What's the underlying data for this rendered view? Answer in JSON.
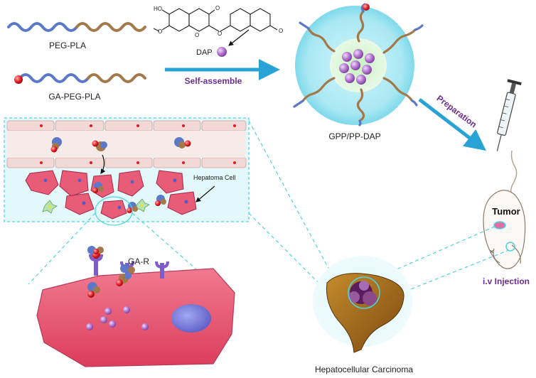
{
  "labels": {
    "peg_pla": "PEG-PLA",
    "ga_peg_pla": "GA-PEG-PLA",
    "dap": "DAP",
    "self_assemble": "Self-assemble",
    "gpp_pp_dap": "GPP/PP-DAP",
    "preparation": "Preparation",
    "tumor": "Tumor",
    "iv_injection": "i.v Injection",
    "hepatoma_cell": "Hepatoma Cell",
    "ga_r": "GA-R",
    "hcc": "Hepatocellular Carcinoma",
    "chem_ho": "HO",
    "chem_o1": "O",
    "chem_o2": "O",
    "chem_o3": "O",
    "chem_o4": "O",
    "chem_o5": "O"
  },
  "colors": {
    "peg": "#5b78c9",
    "pla": "#a5784a",
    "ga": "#e0202a",
    "drug": "#a868c4",
    "arrow": "#29a3d6",
    "vessel": "#f2d9d6",
    "cell": "#e85c78",
    "highlight_bg": "#e3f8fb",
    "dashed": "#4fd3df"
  }
}
